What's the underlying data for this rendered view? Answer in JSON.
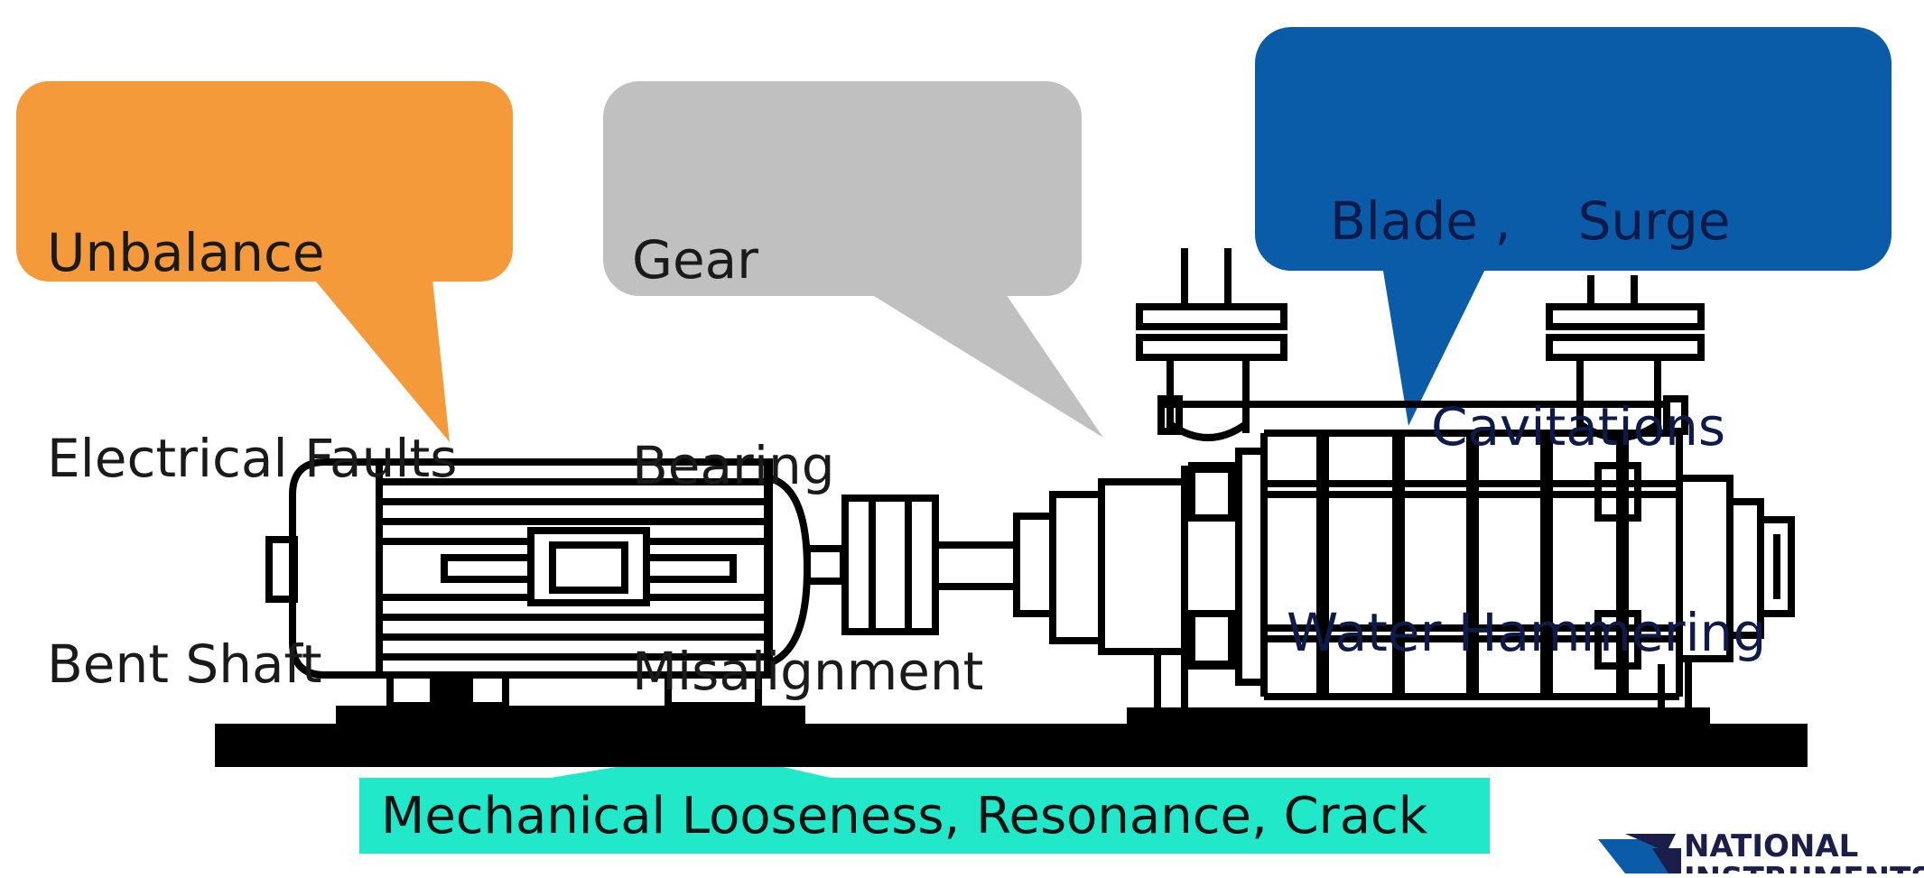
{
  "callouts": {
    "motor": {
      "lines": [
        "Unbalance",
        "Electrical Faults",
        "Bent Shaft"
      ],
      "color": "#f59a3a"
    },
    "coupling": {
      "lines": [
        "Gear",
        "Bearing",
        "Misalignment"
      ],
      "color": "#c0c0c0"
    },
    "pump": {
      "lines": [
        "Blade ,    Surge",
        "Cavitations",
        "Water Hammering"
      ],
      "color": "#0a5ba8"
    },
    "base": {
      "text": "Mechanical Looseness, Resonance, Crack",
      "color": "#20e8c8"
    }
  },
  "logo": {
    "line1": "NATIONAL",
    "line2": "INSTRUMENTS"
  }
}
